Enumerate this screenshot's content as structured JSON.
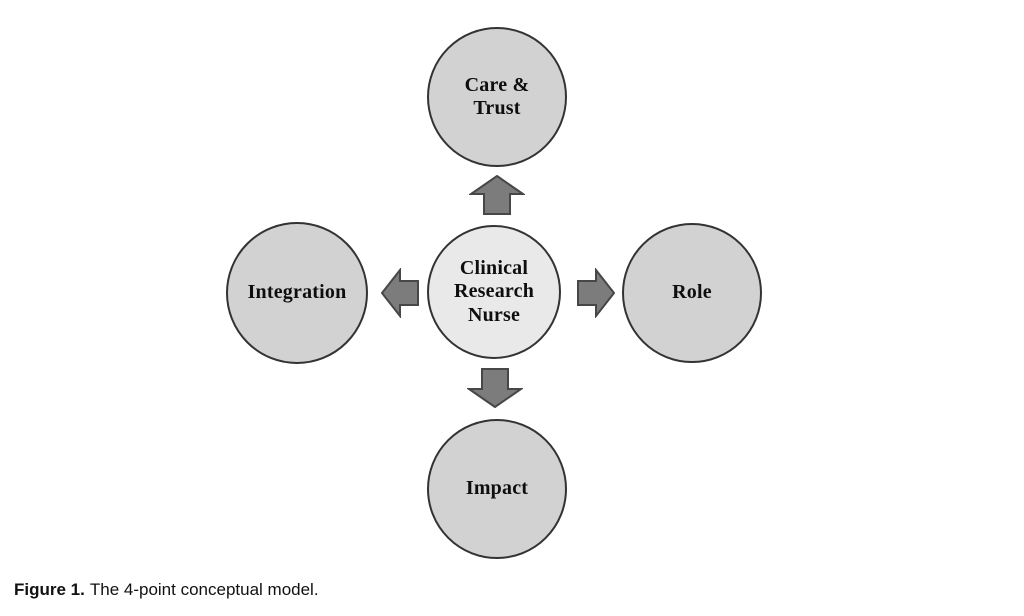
{
  "diagram": {
    "center_node": {
      "label": "Clinical\nResearch\nNurse"
    },
    "nodes": {
      "top": {
        "label": "Care &\nTrust"
      },
      "left": {
        "label": "Integration"
      },
      "right": {
        "label": "Role"
      },
      "bottom": {
        "label": "Impact"
      }
    },
    "arrows": {
      "up": "arrow-up",
      "down": "arrow-down",
      "left": "arrow-left",
      "right": "arrow-right"
    },
    "colors": {
      "node_fill": "#d2d2d2",
      "center_fill": "#e9e9e9",
      "node_border": "#333333",
      "arrow_fill": "#7c7c7c",
      "arrow_border": "#474747",
      "text": "#0e0e0e"
    }
  },
  "caption": {
    "label": "Figure 1.",
    "text": "The 4-point conceptual model."
  }
}
